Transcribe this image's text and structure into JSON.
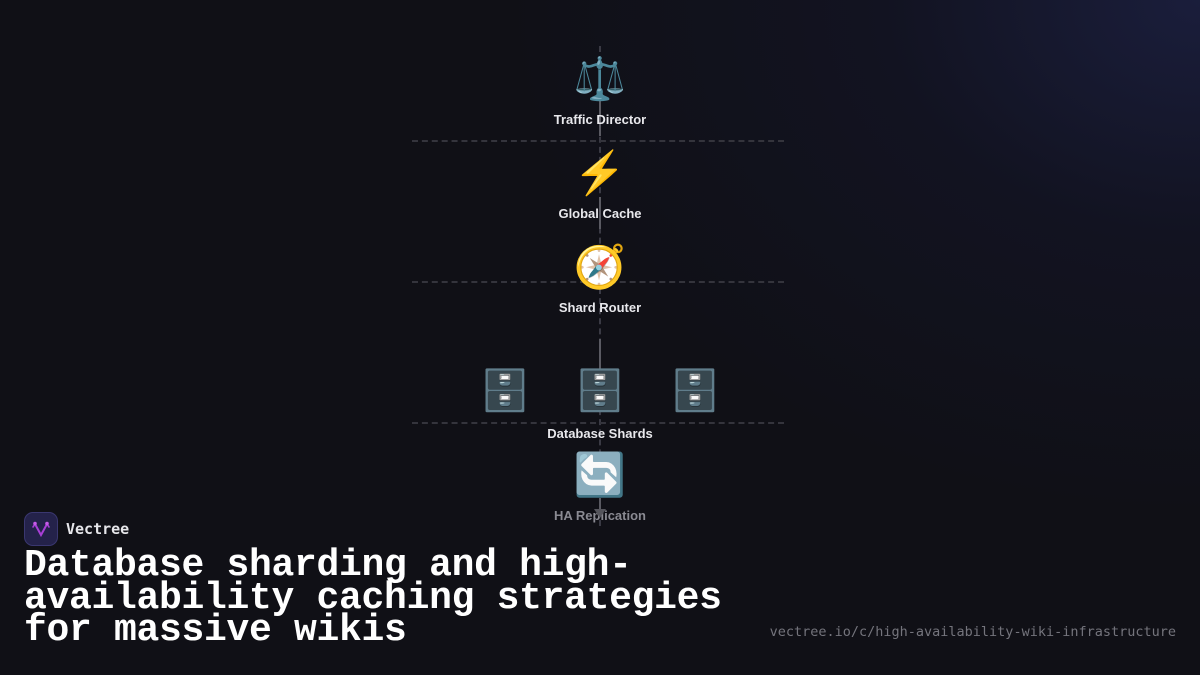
{
  "diagram": {
    "nodes": [
      {
        "id": "traffic-director",
        "label": "Traffic Director",
        "icon": "balance-scale-icon",
        "glyph": "⚖️"
      },
      {
        "id": "global-cache",
        "label": "Global Cache",
        "icon": "lightning-icon",
        "glyph": "⚡"
      },
      {
        "id": "shard-router",
        "label": "Shard Router",
        "icon": "compass-icon",
        "glyph": "🧭"
      },
      {
        "id": "database-shards",
        "label": "Database Shards",
        "icon": "file-cabinet-icon",
        "glyph": "🗄️",
        "count": 3
      },
      {
        "id": "ha-replication",
        "label": "HA Replication",
        "icon": "repeat-arrows-icon",
        "glyph": "🔄"
      }
    ],
    "colors": {
      "background": "#101016",
      "label": "#e8e8ec",
      "label_dim": "#8a8a92",
      "dashed_line": "#34343c",
      "connector": "#5a5a62"
    }
  },
  "brand": {
    "name": "Vectree",
    "logo_icon": "vectree-logo-icon",
    "logo_color": "#a83fd6"
  },
  "title": "Database sharding and high-availability caching strategies for massive wikis",
  "url": "vectree.io/c/high-availability-wiki-infrastructure"
}
